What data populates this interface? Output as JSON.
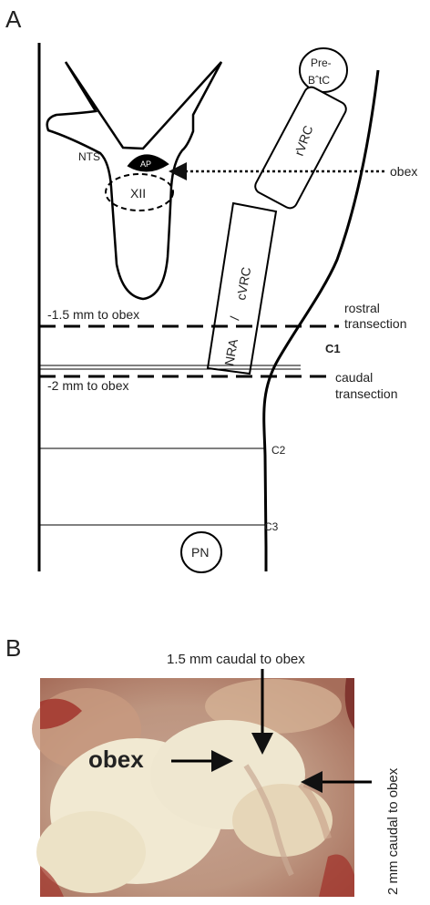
{
  "panel_a": {
    "letter": "A",
    "regions": {
      "nts": "NTS",
      "ap": "AP",
      "xii": "XII",
      "pre_botc_line1": "Pre-",
      "pre_botc_line2": "BˆtC",
      "rvrc": "rVRC",
      "cvrc": "cVRC",
      "slash": "/",
      "nra": "NRA",
      "pn": "PN"
    },
    "labels": {
      "obex": "obex",
      "rostral_line1": "rostral",
      "rostral_line2": "transection",
      "caudal_line1": "caudal",
      "caudal_line2": "transection",
      "rostral_distance": "-1.5 mm to obex",
      "caudal_distance": "-2 mm to obex",
      "c1": "C1",
      "c2": "C2",
      "c3": "C3"
    }
  },
  "panel_b": {
    "letter": "B",
    "labels": {
      "rostral_cut": "1.5 mm caudal to obex",
      "obex": "obex",
      "caudal_cut": "2 mm caudal to obex"
    },
    "colors": {
      "tissue_pink": "#b9876f",
      "tissue_cream": "#efe6cf",
      "blood_red": "#a2342c"
    }
  }
}
